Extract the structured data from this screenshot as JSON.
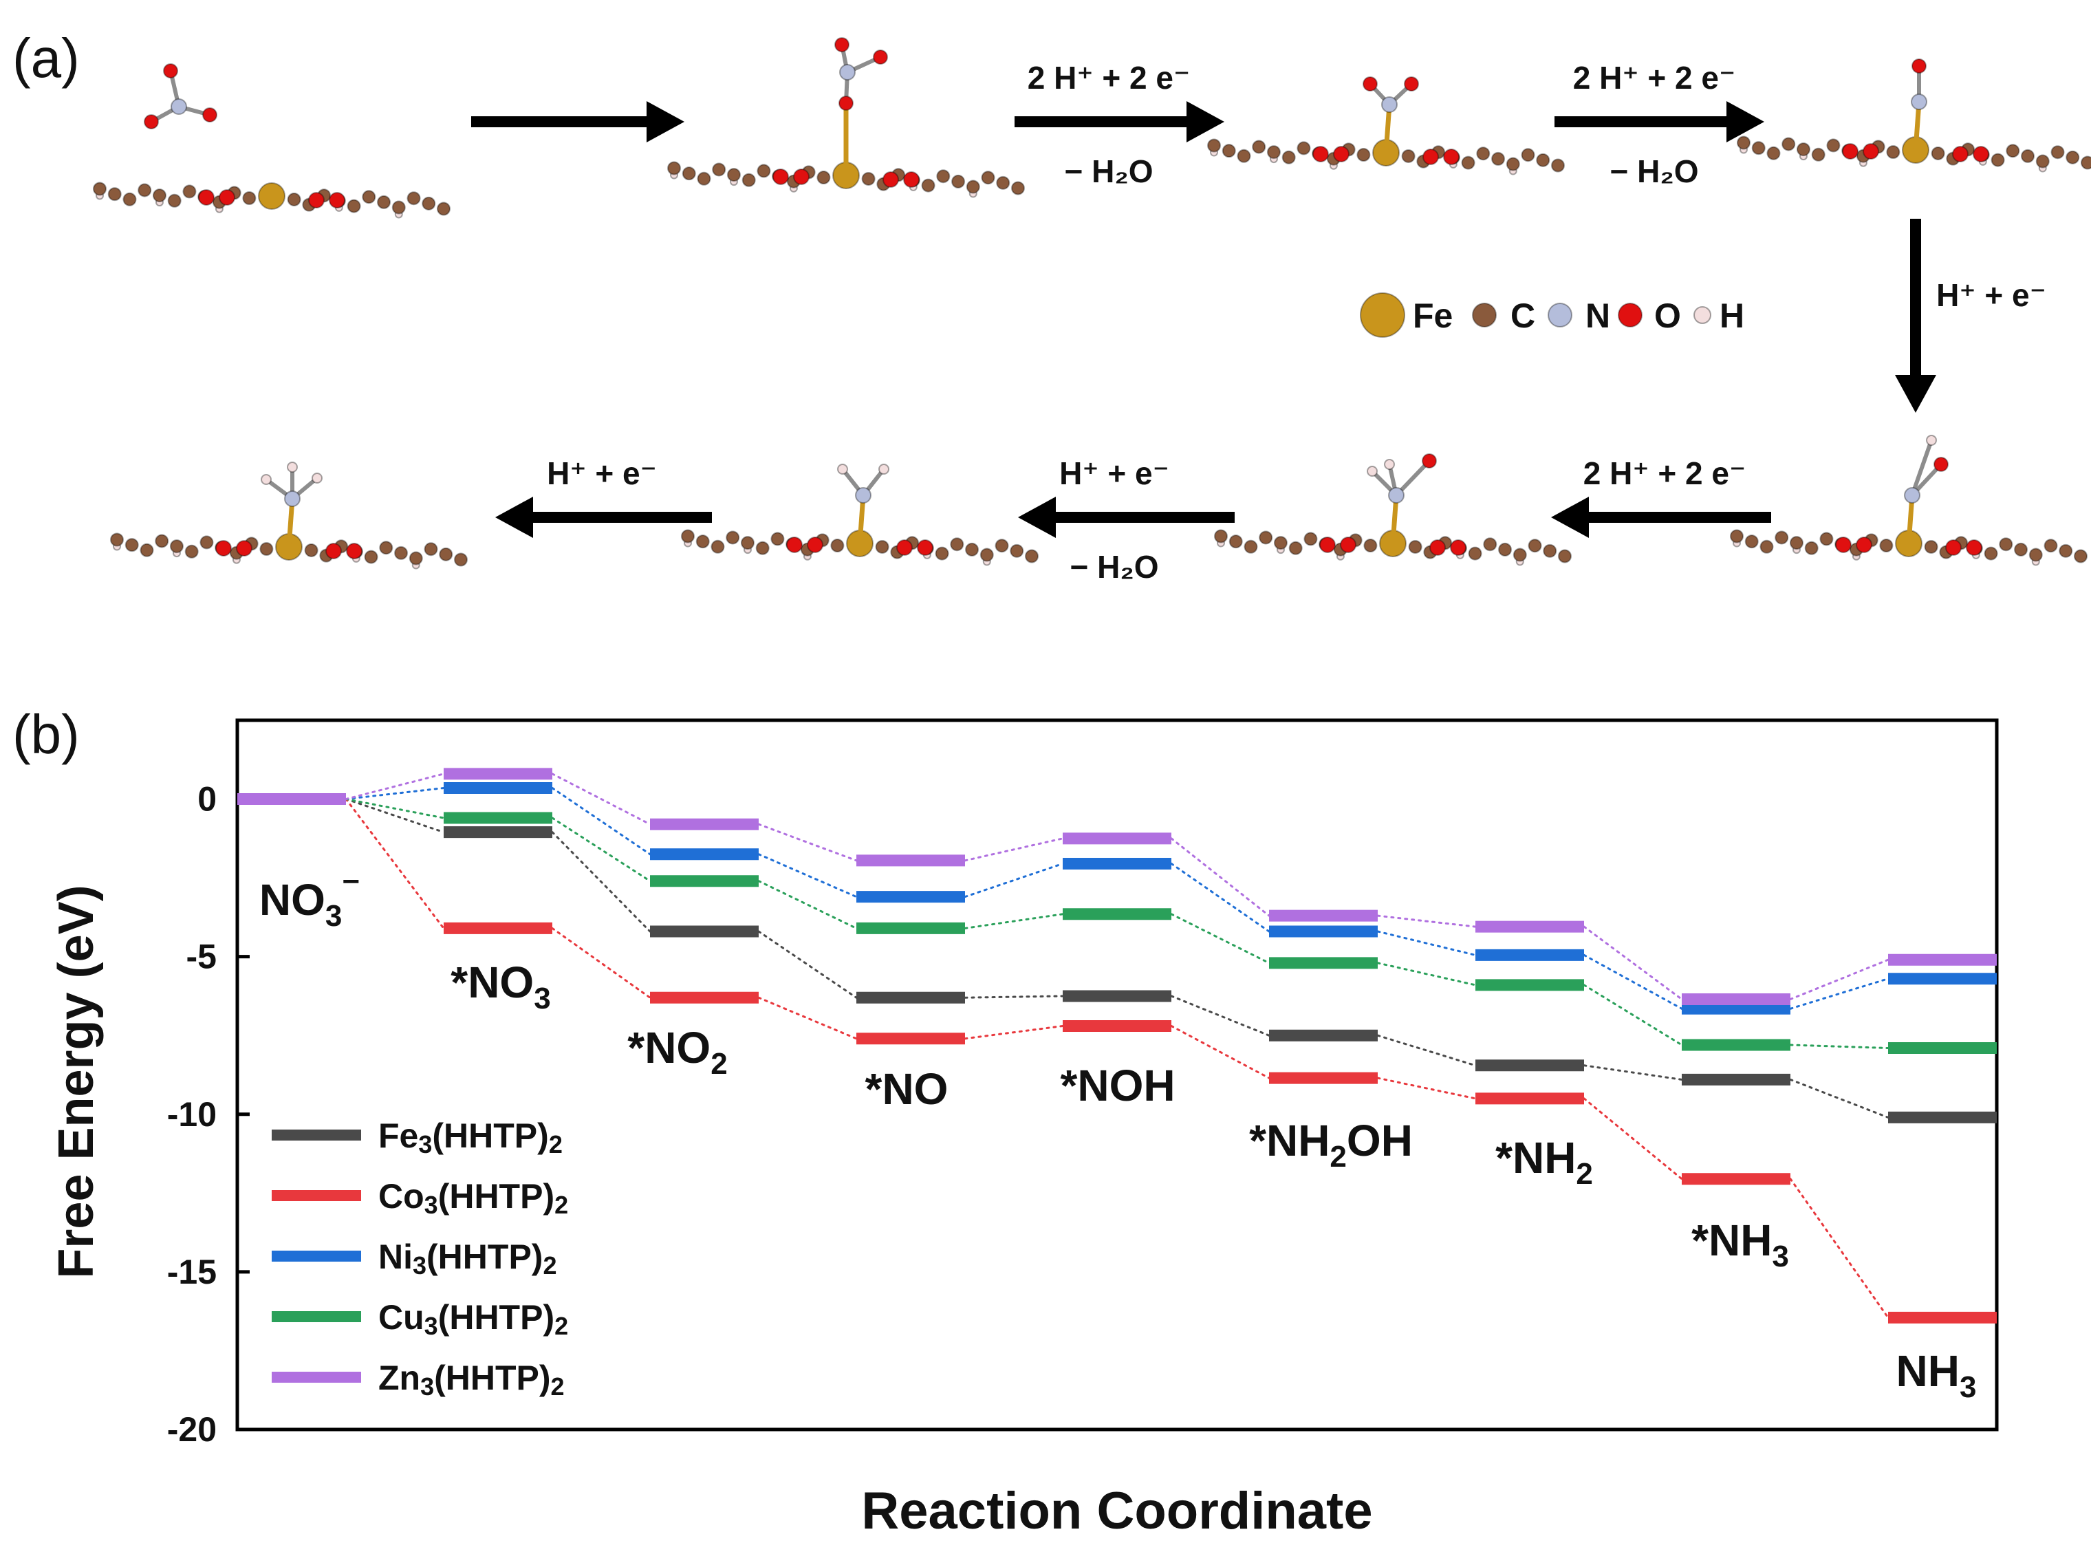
{
  "panel_a": {
    "letter": "(a)",
    "legend": [
      {
        "element": "Fe",
        "color": "#c9951c"
      },
      {
        "element": "C",
        "color": "#8a5a3c"
      },
      {
        "element": "N",
        "color": "#b4bddb"
      },
      {
        "element": "O",
        "color": "#e01010"
      },
      {
        "element": "H",
        "color": "#f3dede"
      }
    ],
    "steps": [
      {
        "from": 0,
        "to": 1,
        "above": "",
        "below": ""
      },
      {
        "from": 1,
        "to": 2,
        "above": "2 H⁺ + 2 e⁻",
        "below": "− H₂O"
      },
      {
        "from": 2,
        "to": 3,
        "above": "2 H⁺ + 2 e⁻",
        "below": "− H₂O"
      },
      {
        "from": 3,
        "to": 4,
        "above": "H⁺ + e⁻",
        "below": ""
      },
      {
        "from": 4,
        "to": 5,
        "above": "2 H⁺ + 2 e⁻",
        "below": ""
      },
      {
        "from": 5,
        "to": 6,
        "above": "H⁺ + e⁻",
        "below": "− H₂O"
      },
      {
        "from": 6,
        "to": 7,
        "above": "H⁺ + e⁻",
        "below": ""
      }
    ],
    "structures": [
      {
        "adsorbate": "NO3",
        "bound": false
      },
      {
        "adsorbate": "NO3",
        "bound": true
      },
      {
        "adsorbate": "NO2",
        "bound": true
      },
      {
        "adsorbate": "NO",
        "bound": true
      },
      {
        "adsorbate": "NOH",
        "bound": true
      },
      {
        "adsorbate": "NH2OH",
        "bound": true
      },
      {
        "adsorbate": "NH2",
        "bound": true
      },
      {
        "adsorbate": "NH3",
        "bound": true
      }
    ]
  },
  "panel_b": {
    "letter": "(b)"
  },
  "chart_data": {
    "type": "line",
    "style": "free-energy step diagram",
    "xlabel": "Reaction Coordinate",
    "ylabel": "Free Energy (eV)",
    "ylim": [
      -20,
      2.5
    ],
    "yticks": [
      0,
      -5,
      -10,
      -15,
      -20
    ],
    "grid": false,
    "legend_position": "bottom-left",
    "categories": [
      {
        "base": "NO",
        "sub": "3",
        "sup": "−"
      },
      {
        "base": "*NO",
        "sub": "3",
        "after": ""
      },
      {
        "base": "*NO",
        "sub": "2",
        "after": ""
      },
      {
        "base": "*NO",
        "sub": "",
        "after": ""
      },
      {
        "base": "*NOH",
        "sub": "",
        "after": ""
      },
      {
        "base": "*NH",
        "sub": "2",
        "after": "OH"
      },
      {
        "base": "*NH",
        "sub": "2",
        "after": ""
      },
      {
        "base": "*NH",
        "sub": "3",
        "after": ""
      },
      {
        "base": "NH",
        "sub": "3",
        "after": ""
      }
    ],
    "series": [
      {
        "name": "Fe₃(HHTP)₂",
        "color": "#4a4a4a",
        "values": [
          0,
          -1.05,
          -4.2,
          -6.3,
          -6.25,
          -7.5,
          -8.45,
          -8.9,
          -10.1
        ]
      },
      {
        "name": "Co₃(HHTP)₂",
        "color": "#e8383d",
        "values": [
          0,
          -4.1,
          -6.3,
          -7.6,
          -7.2,
          -8.85,
          -9.5,
          -12.05,
          -16.45
        ]
      },
      {
        "name": "Ni₃(HHTP)₂",
        "color": "#1f6fd6",
        "values": [
          0,
          0.35,
          -1.75,
          -3.1,
          -2.05,
          -4.2,
          -4.95,
          -6.65,
          -5.7
        ]
      },
      {
        "name": "Cu₃(HHTP)₂",
        "color": "#2aa05a",
        "values": [
          0,
          -0.6,
          -2.6,
          -4.1,
          -3.65,
          -5.2,
          -5.9,
          -7.8,
          -7.9
        ]
      },
      {
        "name": "Zn₃(HHTP)₂",
        "color": "#b070e0",
        "values": [
          0,
          0.8,
          -0.8,
          -1.95,
          -1.25,
          -3.7,
          -4.05,
          -6.35,
          -5.1
        ]
      }
    ]
  }
}
